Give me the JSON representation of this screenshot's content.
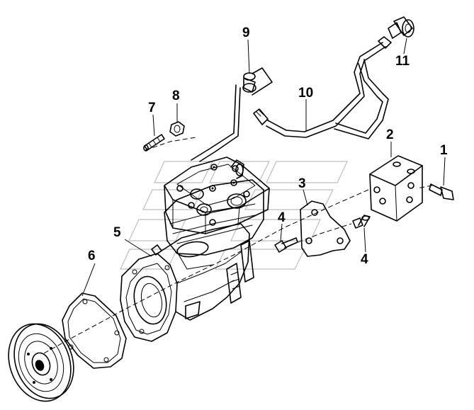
{
  "diagram": {
    "callouts": [
      {
        "id": "c1",
        "label": "1"
      },
      {
        "id": "c2",
        "label": "2"
      },
      {
        "id": "c3",
        "label": "3"
      },
      {
        "id": "c4a",
        "label": "4"
      },
      {
        "id": "c4b",
        "label": "4"
      },
      {
        "id": "c5",
        "label": "5"
      },
      {
        "id": "c6",
        "label": "6"
      },
      {
        "id": "c7",
        "label": "7"
      },
      {
        "id": "c8",
        "label": "8"
      },
      {
        "id": "c9",
        "label": "9"
      },
      {
        "id": "c10",
        "label": "10"
      },
      {
        "id": "c11",
        "label": "11"
      }
    ]
  }
}
